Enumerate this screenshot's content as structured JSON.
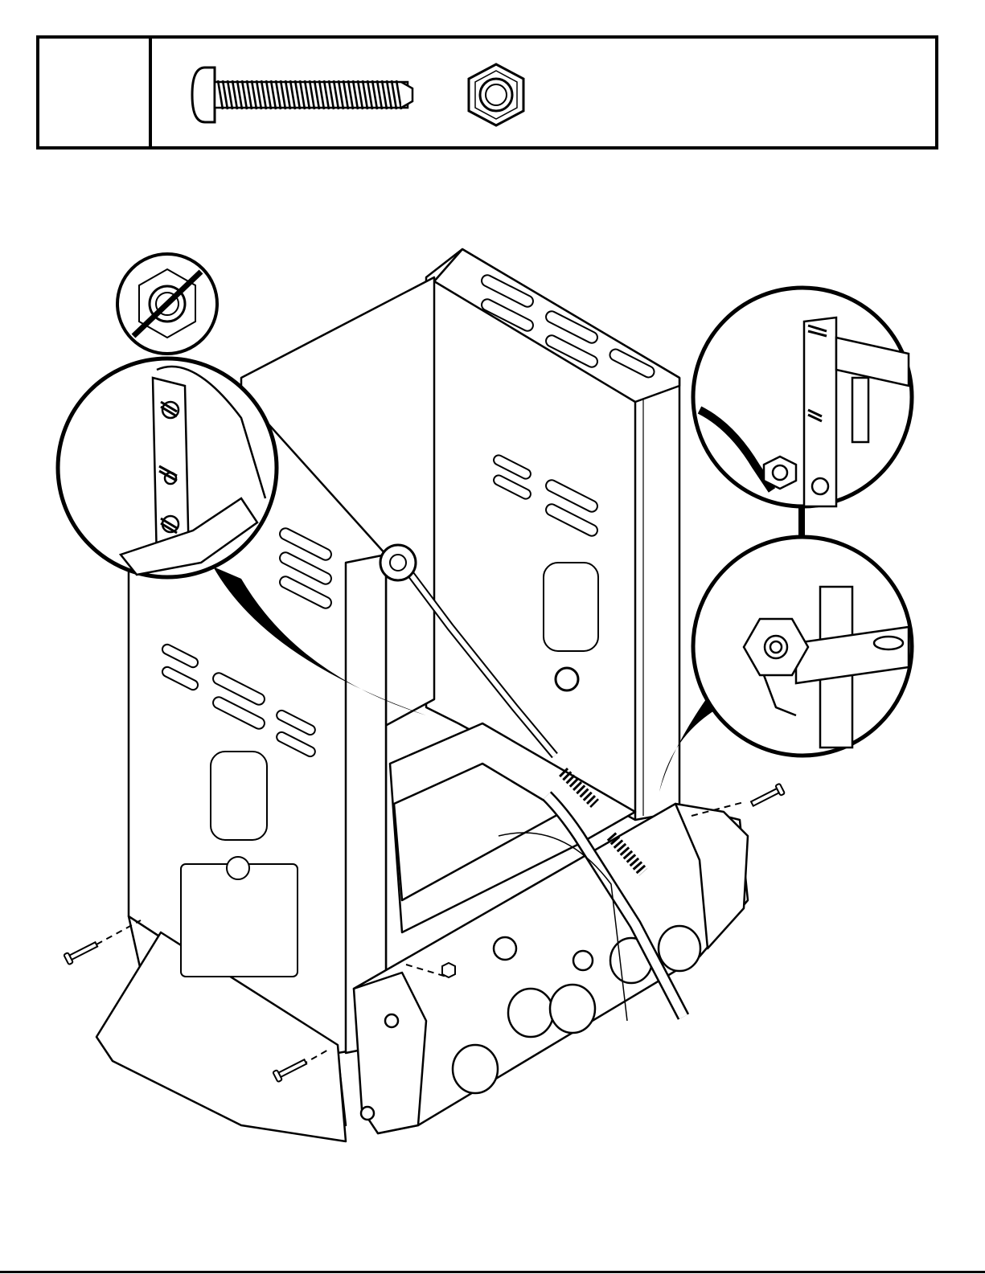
{
  "hardware_box": {
    "step_number": "",
    "items": [
      {
        "icon": "bolt-icon"
      },
      {
        "icon": "hex-nut-icon"
      }
    ]
  },
  "illustration": {
    "subject": "grill-cart-assembly-diagram",
    "callouts": [
      {
        "icon": "no-nut-icon"
      },
      {
        "icon": "magnified-detail-bracket-left"
      },
      {
        "icon": "magnified-detail-bracket-right-top"
      },
      {
        "icon": "magnified-detail-nut-right-bottom"
      }
    ]
  }
}
